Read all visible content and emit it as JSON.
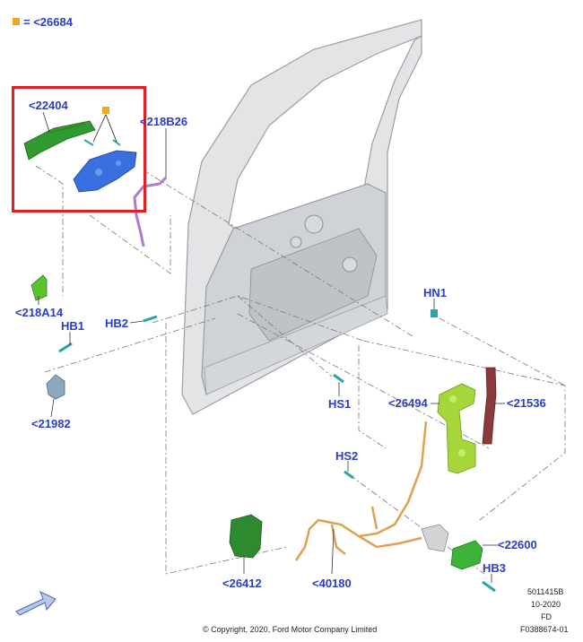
{
  "legend": {
    "symbol_color": "#f0a81c",
    "text": "= <26684"
  },
  "callouts": {
    "c22404": "<22404",
    "c218B26": "<218B26",
    "c218A14": "<218A14",
    "HB1": "HB1",
    "HB2": "HB2",
    "c21982": "<21982",
    "HN1": "HN1",
    "HS1": "HS1",
    "c26494": "<26494",
    "c21536": "<21536",
    "HS2": "HS2",
    "c22600": "<22600",
    "HB3": "HB3",
    "c26412": "<26412",
    "c40180": "<40180"
  },
  "metadata": {
    "code1": "5011415B",
    "date": "10-2020",
    "code2": "FD",
    "figure": "F0388674-01"
  },
  "copyright": "© Copyright, 2020, Ford Motor Company Limited",
  "colors": {
    "label": "#2a3dc8",
    "highlight_box": "#e02020",
    "door_panel": "#e2e4e6",
    "handle_green": "#2f9a2f",
    "latch_blue": "#3a6fe0",
    "regulator_lime": "#a6d63a",
    "seal_brown": "#8a3a3a",
    "harness_orange": "#e0a050",
    "cable_purple": "#b07ad0"
  }
}
